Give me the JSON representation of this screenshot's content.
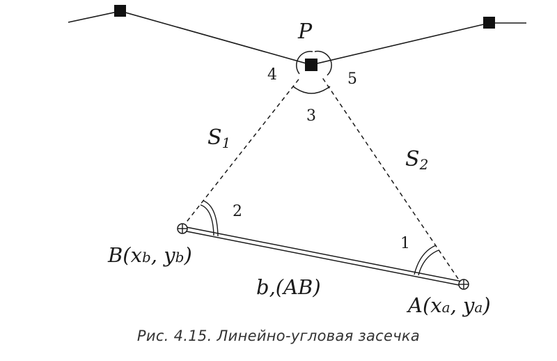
{
  "diagram": {
    "point_p": "P",
    "point_b": {
      "name": "B(x",
      "sub1": "b",
      "mid": ", y",
      "sub2": "b",
      "close": ")"
    },
    "point_a": {
      "name": "A(x",
      "sub1": "a",
      "mid": ", y",
      "sub2": "a",
      "close": ")"
    },
    "side_s1": {
      "letter": "S",
      "sub": "1"
    },
    "side_s2": {
      "letter": "S",
      "sub": "2"
    },
    "baseline": "b,(AB)",
    "angles": [
      "1",
      "2",
      "3",
      "4",
      "5"
    ]
  },
  "caption": "Рис. 4.15. Линейно-угловая засечка",
  "colors": {
    "ink": "#1a1a1a",
    "caption": "#333333",
    "background": "#ffffff"
  }
}
